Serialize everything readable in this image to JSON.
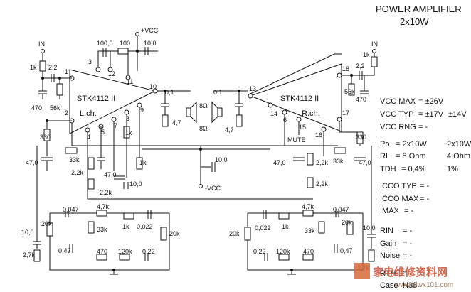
{
  "title": {
    "line1": "POWER AMPLIFIER",
    "line2": "2x10W"
  },
  "ic": {
    "left_name": "STK4112 II",
    "left_channel": "L.ch.",
    "right_name": "STK4112 II",
    "right_channel": "R.ch."
  },
  "labels": {
    "in": "IN",
    "vcc_plus": "+VCC",
    "vcc_minus": "-VCC",
    "mute": "MUTE"
  },
  "pins_left": [
    "1",
    "2",
    "3",
    "4",
    "5",
    "7",
    "8",
    "9",
    "10",
    "11",
    "12"
  ],
  "pins_right": [
    "13",
    "14",
    "15",
    "16",
    "17",
    "18",
    "6"
  ],
  "components": {
    "r_1k": "1k",
    "c_2_2": "2,2",
    "c_470": "470",
    "r_56k": "56k",
    "r_100": "100",
    "c_100_0": "100,0",
    "c_10_0": "10,0",
    "c_0_1": "0,1",
    "r_4_7": "4,7",
    "spk_8ohm": "8Ω",
    "r_330": "330",
    "c_47_0": "47,0",
    "r_33k": "33k",
    "r_2_2k": "2,2k",
    "r_4_7k": "4,7k",
    "c_0_047": "0,047",
    "c_0_022": "0,022",
    "r_20k": "20k",
    "r_2_7k": "2,7k",
    "c_0_47": "0,47",
    "c_0_22": "0,22",
    "r_120k": "120k"
  },
  "specs": [
    {
      "label": "VCC MAX",
      "value1": "= ±26V",
      "value2": ""
    },
    {
      "label": "VCC TYP",
      "value1": "= ±17V",
      "value2": "±14V"
    },
    {
      "label": "VCC RNG",
      "value1": "= -",
      "value2": ""
    },
    {
      "label": "Po",
      "value1": "= 2x10W",
      "value2": "2x10W"
    },
    {
      "label": "RL",
      "value1": "= 8 Ohm",
      "value2": "4 Ohm"
    },
    {
      "label": "TDH",
      "value1": "= 0,4%",
      "value2": "1%"
    },
    {
      "label": "ICCO TYP",
      "value1": "= -",
      "value2": ""
    },
    {
      "label": "ICCO MAX",
      "value1": "= -",
      "value2": ""
    },
    {
      "label": "IMAX",
      "value1": "= -",
      "value2": ""
    },
    {
      "label": "RIN",
      "value1": "= -",
      "value2": ""
    },
    {
      "label": "Gain",
      "value1": "= -",
      "value2": ""
    },
    {
      "label": "Noise",
      "value1": "= -",
      "value2": ""
    },
    {
      "label": "RTH",
      "value1": "= -",
      "value2": ""
    },
    {
      "label": "Case",
      "value1": "H38",
      "value2": ""
    }
  ],
  "watermark": {
    "main": "家电维修资料网",
    "url": "www.jdwx101.com"
  },
  "colors": {
    "ink": "#111111",
    "background": "#ffffff",
    "watermark": "#c84a2e"
  }
}
